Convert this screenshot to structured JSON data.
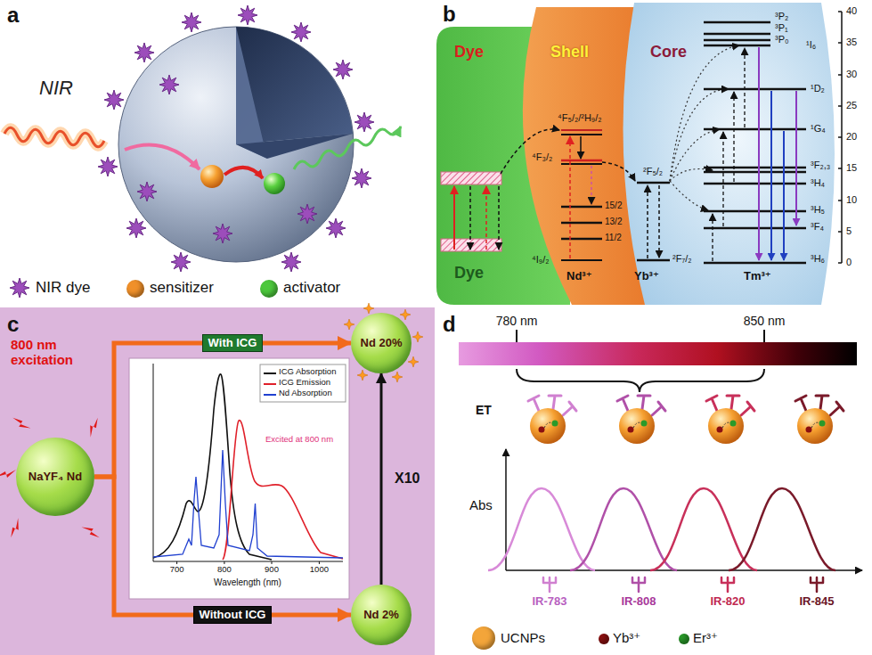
{
  "diagram": {
    "nodes": [
      {
        "text": [
          "Dye",
          "Dye"
        ]
      },
      {
        "text": [
          "Shell"
        ]
      },
      {
        "text": [
          "Core"
        ]
      },
      {
        "text": [
          "NaYF₄ Nd"
        ]
      },
      {
        "text": [
          "Nd 20%"
        ]
      },
      {
        "text": [
          "Nd 2%"
        ]
      }
    ],
    "edges": [
      {
        "from": 3,
        "to": 4,
        "arrow": "to",
        "label": "With ICG"
      },
      {
        "from": 3,
        "to": 5,
        "arrow": "to",
        "label": "Without ICG"
      },
      {
        "from": 5,
        "to": 4,
        "arrow": "to",
        "label": "X10"
      }
    ],
    "labels": [
      "a",
      "NIR",
      "b",
      "⁴F₅/₂/²H₉/₂",
      "⁴F₃/₂",
      "15/2",
      "13/2",
      "11/2",
      "⁴I₉/₂",
      "Nd³⁺",
      "²F₅/₂",
      "²F₇/₂",
      "Yb³⁺",
      "Tm³⁺",
      "³P₂",
      "³P₁",
      "³P₀",
      "¹I₆",
      "¹D₂",
      "¹G₄",
      "³F₂,₃",
      "³H₄",
      "³H₅",
      "³F₄",
      "³H₆",
      "40",
      "35",
      "30",
      "25",
      "20",
      "15",
      "10",
      "5",
      "0",
      "c",
      "800 nm excitation",
      "Excited at 800 nm",
      "Wavelength (nm)",
      "700",
      "800",
      "900",
      "1000",
      "d",
      "780 nm",
      "850 nm",
      "ET",
      "Abs",
      "IR-783",
      "IR-808",
      "IR-820",
      "IR-845"
    ],
    "legend": [
      {
        "text": "NIR dye"
      },
      {
        "text": "sensitizer",
        "color": "#f0902a"
      },
      {
        "text": "activator",
        "color": "#4cc83c"
      },
      {
        "text": "ICG Absorption"
      },
      {
        "text": "ICG Emission"
      },
      {
        "text": "Nd Absorption"
      },
      {
        "text": "UCNPs",
        "color": "#f3a53a"
      },
      {
        "text": "Yb³⁺",
        "color": "#8b1010"
      },
      {
        "text": "Er³⁺",
        "color": "#2a9a2a"
      }
    ]
  }
}
